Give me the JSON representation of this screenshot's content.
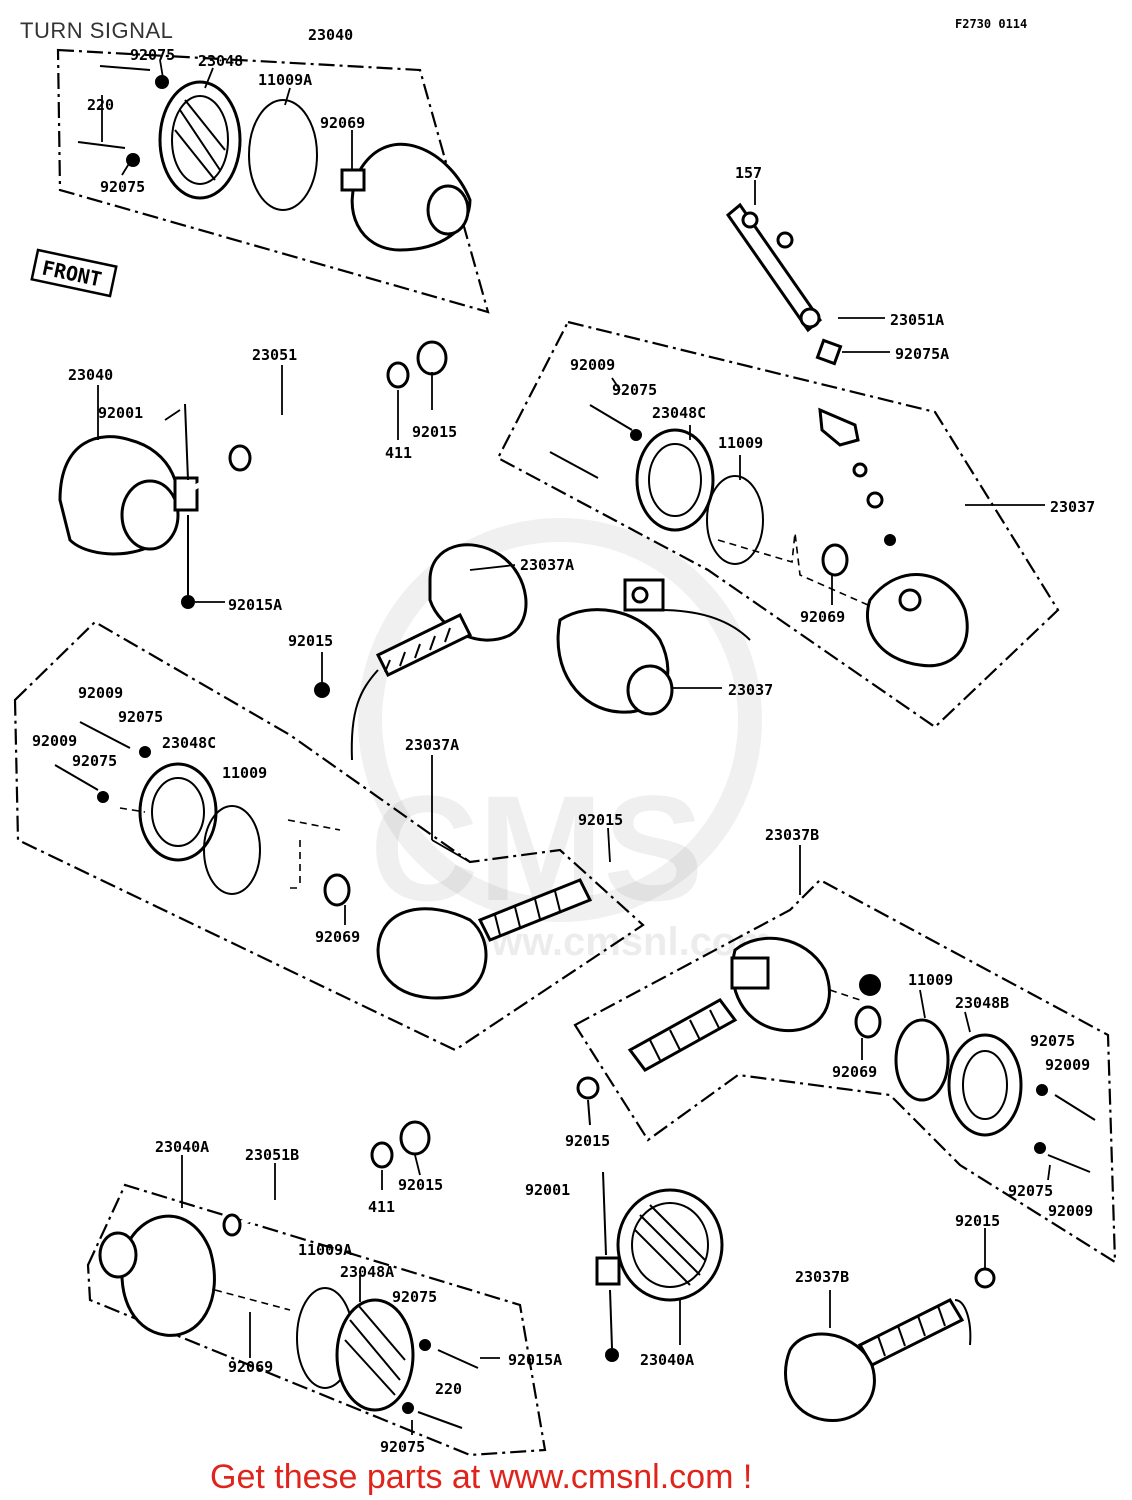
{
  "header": {
    "title": "TURN SIGNAL",
    "ref_code": "F2730 0114"
  },
  "front_label": "FRONT",
  "watermark": {
    "big": "CMS",
    "url": "www.cmsnl.com"
  },
  "footer": {
    "cta": "Get these parts at www.cmsnl.com !"
  },
  "part_labels": [
    "23040",
    "92075",
    "23048",
    "11009A",
    "220",
    "92069",
    "92075",
    "157",
    "23051A",
    "92075A",
    "23040",
    "92001",
    "23051",
    "411",
    "92015",
    "92009",
    "92075",
    "23048C",
    "11009",
    "23037",
    "92015A",
    "23037A",
    "92069",
    "92015",
    "23037",
    "92009",
    "92075",
    "92009",
    "23048C",
    "92075",
    "11009",
    "23037A",
    "92015",
    "23037B",
    "92069",
    "11009",
    "23048B",
    "92075",
    "92009",
    "92069",
    "92015",
    "92075",
    "92009",
    "23040A",
    "23051B",
    "411",
    "92015",
    "92001",
    "11009A",
    "23048A",
    "92075",
    "92015A",
    "23040A",
    "92069",
    "220",
    "92075",
    "92015",
    "23037B"
  ]
}
